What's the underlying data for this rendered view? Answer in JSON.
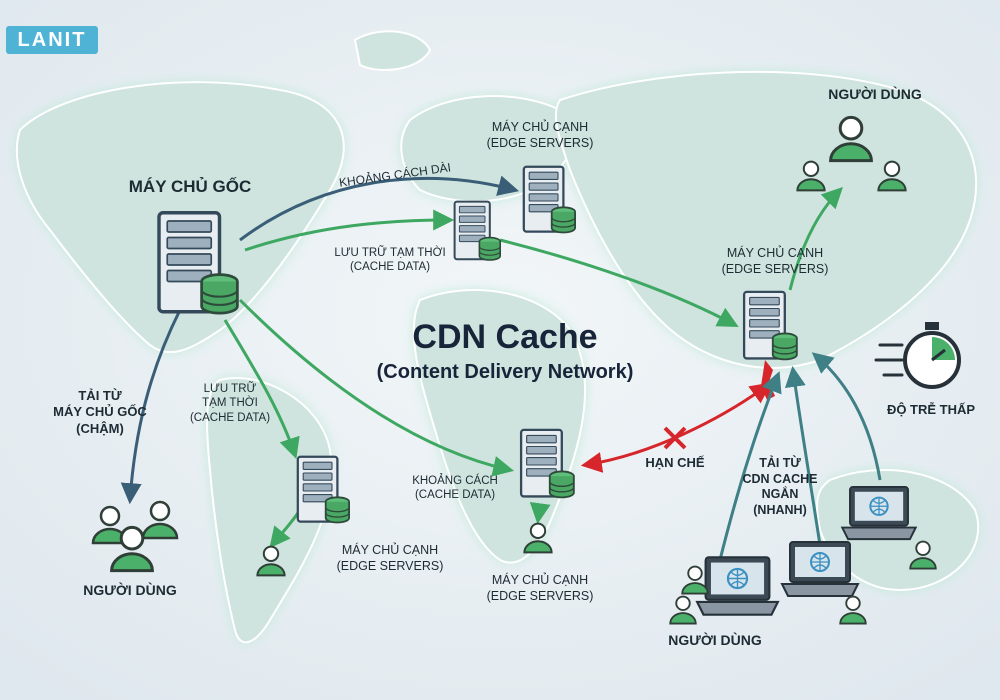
{
  "brand": "LANIT",
  "title": "CDN Cache",
  "subtitle": "(Content Delivery Network)",
  "origin_label": "MÁY CHỦ GỐC",
  "edge_servers": {
    "europe_a": [
      "MÁY CHỦ CẠNH",
      "(EDGE SERVERS)"
    ],
    "asia": [
      "MÁY CHỦ CẠNH",
      "(EDGE SERVERS)"
    ],
    "south_america": [
      "MÁY CHỦ CẠNH",
      "(EDGE SERVERS)"
    ],
    "africa": [
      "MÁY CHỦ CẠNH",
      "(EDGE SERVERS)"
    ]
  },
  "flow_labels": {
    "long_distance": "KHOẢNG CÁCH DÀI",
    "temp_storage": [
      "LƯU TRỮ TẠM THỜI",
      "(CACHE DATA)"
    ],
    "temp_storage_sa": [
      "LƯU TRỮ",
      "TẠM THỜI",
      "(CACHE DATA)"
    ],
    "distance_cache": [
      "KHOẢNG CÁCH",
      "(CACHE DATA)"
    ],
    "download_origin": [
      "TẢI TỪ",
      "MÁY CHỦ GỐC",
      "(CHẬM)"
    ],
    "download_cdn": [
      "TẢI TỪ",
      "CDN CACHE",
      "NGẮN",
      "(NHANH)"
    ],
    "restricted": "HẠN CHẾ",
    "low_latency": "ĐỘ TRỄ THẤP"
  },
  "users": {
    "top_right": "NGƯỜI DÙNG",
    "bottom_left": "NGƯỜI DÙNG",
    "bottom_right": "NGƯỜI DÙNG"
  },
  "colors": {
    "arrow_blue": "#3a5e77",
    "arrow_green": "#3ea862",
    "arrow_red": "#d7262b",
    "user_green": "#4bb06a",
    "server_gray": "#c9d3da",
    "land": "#cfe4de"
  }
}
